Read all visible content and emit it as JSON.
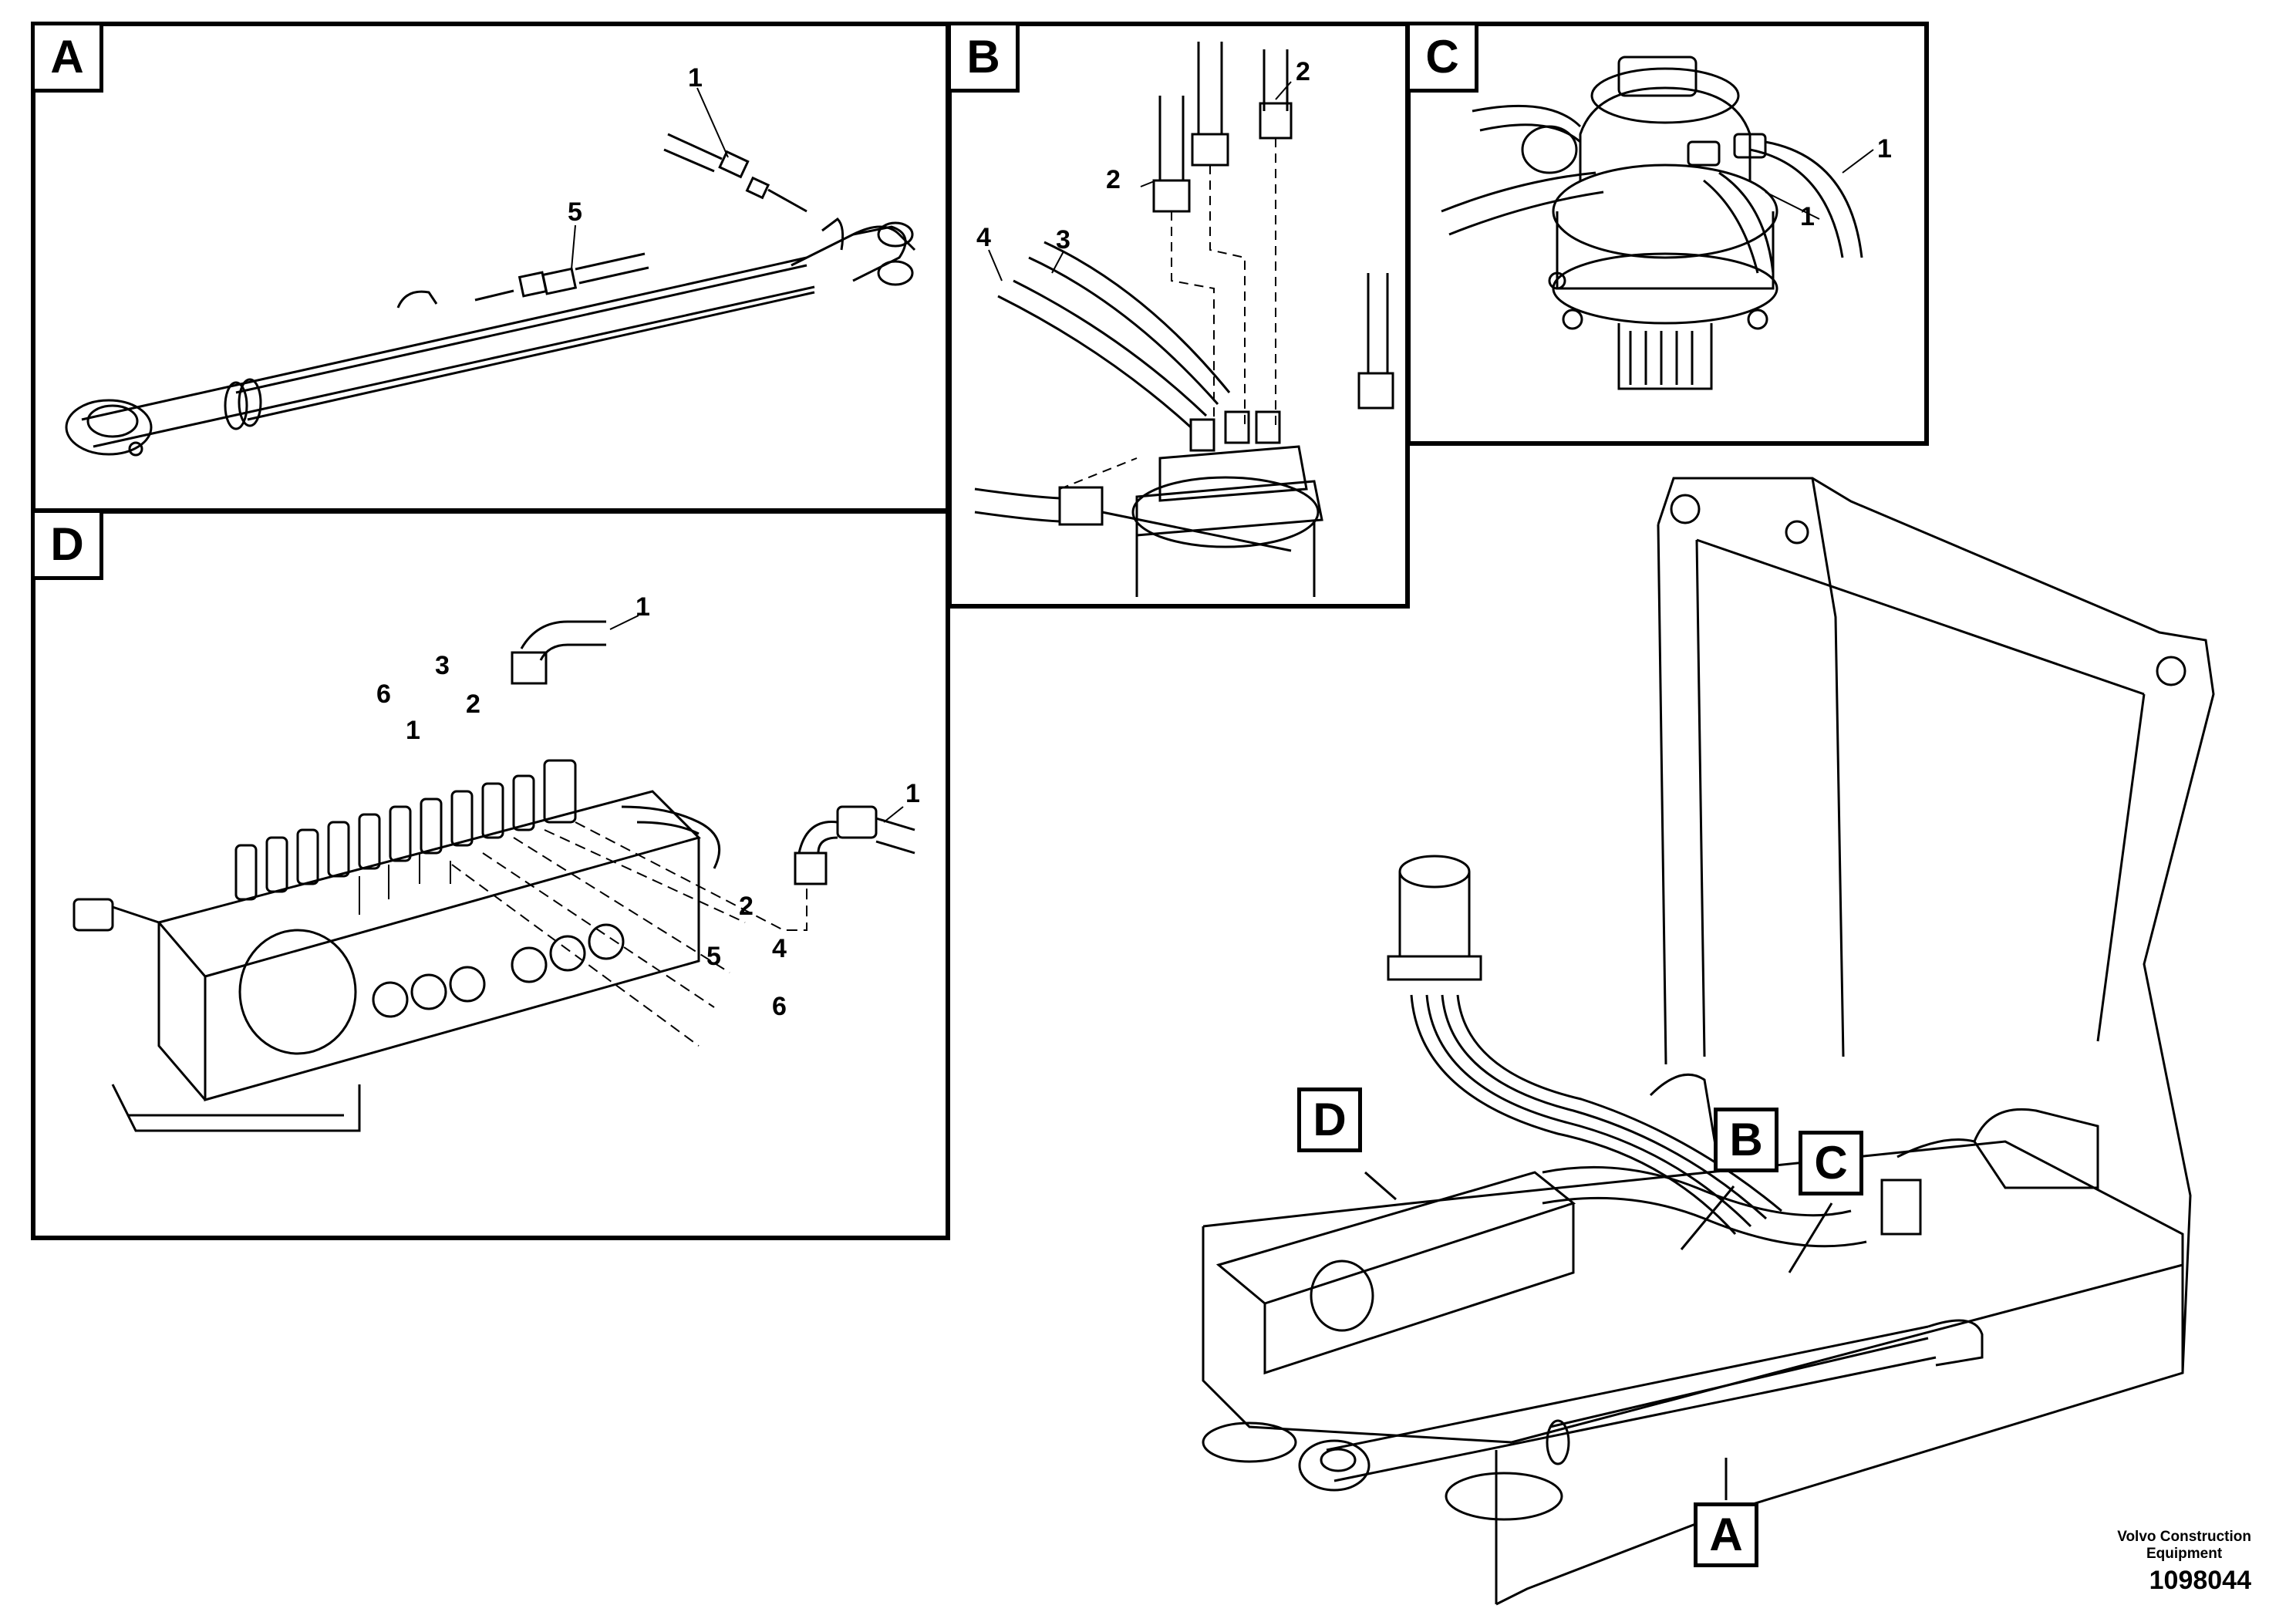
{
  "panels": {
    "a": {
      "tag": "A",
      "callouts": [
        "1",
        "5"
      ]
    },
    "b": {
      "tag": "B",
      "callouts": [
        "2",
        "2",
        "4",
        "3"
      ]
    },
    "c": {
      "tag": "C",
      "callouts": [
        "1",
        "1"
      ]
    },
    "d": {
      "tag": "D",
      "callouts": [
        "1",
        "1",
        "6",
        "1",
        "3",
        "2",
        "2",
        "4",
        "5",
        "6"
      ]
    }
  },
  "overview": {
    "tags": [
      "D",
      "B",
      "C",
      "A"
    ]
  },
  "credit": {
    "line1": "Volvo Construction",
    "line2": "Equipment",
    "doc_number": "1098044"
  }
}
